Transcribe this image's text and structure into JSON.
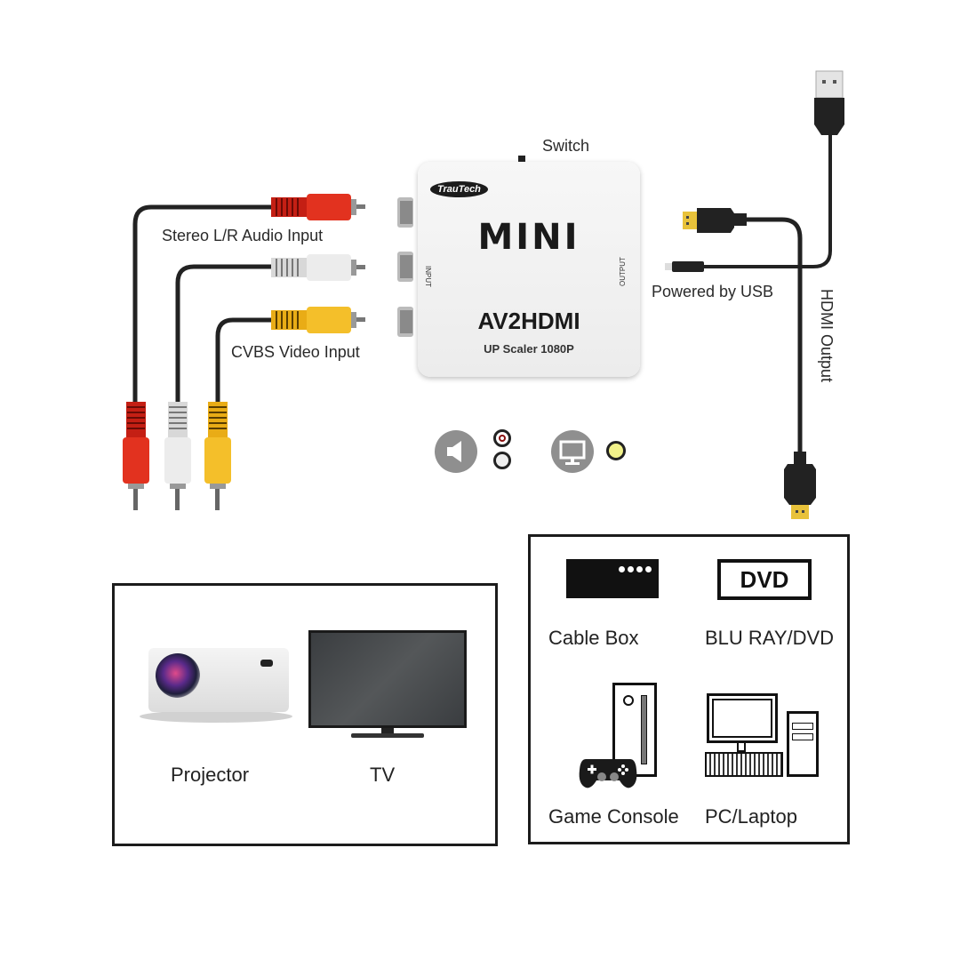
{
  "converter": {
    "brand_logo": "TrauTech",
    "model_big": "MINI",
    "model_name": "AV2HDMI",
    "subtitle": "UP Scaler 1080P",
    "input_side_label": "INPUT",
    "output_side_label": "OUTPUT",
    "switch_label": "Switch"
  },
  "labels": {
    "audio_input": "Stereo L/R Audio Input",
    "video_input": "CVBS Video Input",
    "power": "Powered by USB",
    "hdmi_output": "HDMI Output"
  },
  "legend_icons": [
    {
      "icon": "speaker-icon",
      "connectors": [
        "red",
        "white"
      ]
    },
    {
      "icon": "monitor-icon",
      "connectors": [
        "yellow"
      ]
    }
  ],
  "colors": {
    "rca_red": "#d8281c",
    "rca_white": "#e4e4e4",
    "rca_yellow": "#f0b21e",
    "cable": "#222222",
    "gold": "#e8c23a",
    "icon_grey": "#8f8f8f"
  },
  "output_devices": {
    "items": [
      {
        "label": "Projector"
      },
      {
        "label": "TV"
      }
    ]
  },
  "source_devices": {
    "items": [
      {
        "label": "Cable Box"
      },
      {
        "label": "BLU RAY/DVD",
        "badge": "DVD"
      },
      {
        "label": "Game Console"
      },
      {
        "label": "PC/Laptop"
      }
    ]
  }
}
